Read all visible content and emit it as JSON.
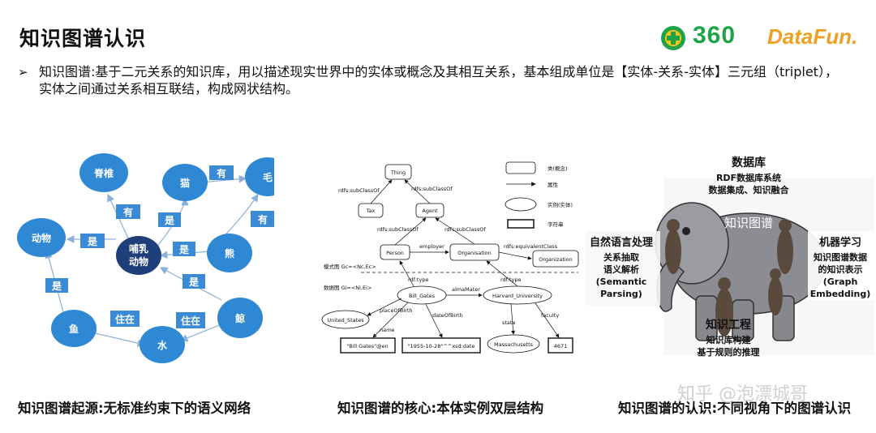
{
  "header": {
    "title": "知识图谱认识",
    "logo_360": "360",
    "logo_datafun": "DataFun."
  },
  "intro": {
    "bullet": "➢",
    "text": "知识图谱:基于二元关系的知识库，用以描述现实世界中的实体或概念及其相互关系，基本组成单位是【实体-关系-实体】三元组（triplet），实体之间通过关系相互联结，构成网状结构。"
  },
  "captions": {
    "left": "知识图谱起源:无标准约束下的语义网络",
    "middle": "知识图谱的核心:本体实例双层结构",
    "right": "知识图谱的认识:不同视角下的图谱认识"
  },
  "watermark": "知乎 @泡漂城哥",
  "semantic_net": {
    "nodes": {
      "jizhui": "脊椎",
      "mao": "猫",
      "mao2": "毛",
      "dongwu": "动物",
      "buru": "哺乳\n动物",
      "xiong": "熊",
      "yu": "鱼",
      "shui": "水",
      "jing": "鲸"
    },
    "edges": {
      "you1": "有",
      "you2": "有",
      "you3": "有",
      "shi1": "是",
      "shi2": "是",
      "shi3": "是",
      "shi4": "是",
      "shi5": "是",
      "zhuzai1": "住在",
      "zhuzai2": "住在"
    }
  },
  "ontology": {
    "legend": {
      "class": "类(概念)",
      "attr": "属性",
      "instance": "实例(实体)",
      "string": "字符串"
    },
    "layer_top": "模式图 Gc=<Nc,Ec>",
    "layer_bottom": "数据图 Gi=<Ni,Ei>",
    "nodes": {
      "thing": "Thing",
      "tax": "Tax",
      "agent": "Agent",
      "person": "Person",
      "organisation": "Organisation",
      "organization": "Organization",
      "bill": "Bill_Gates",
      "harvard": "Harvard_University",
      "us": "United_States",
      "billname": "\"Bill Gates\"@en",
      "date": "\"1955-10-28\"^^xsd:date",
      "mass": "Massachusetts",
      "num": "4671"
    },
    "edges": {
      "sub1": "rdfs:subClassOf",
      "sub2": "rdfs:subClassOf",
      "sub3": "rdfs:subClassOf",
      "sub4": "rdfs:subClassOf",
      "employer": "employer",
      "equiv": "rdfs:equivalentClass",
      "type1": "rdf:type",
      "type2": "rdf:type",
      "almamater": "almaMater",
      "birthplace": "placeOfBirth",
      "birthdate": "dateOfBirth",
      "name": "name",
      "state": "state",
      "faculty": "faculty"
    }
  },
  "elephant": {
    "center_label": "知识图谱",
    "database": {
      "title": "数据库",
      "l1": "RDF数据库系统",
      "l2": "数据集成、知识融合"
    },
    "nlp": {
      "title": "自然语言处理",
      "l1": "关系抽取",
      "l2": "语义解析",
      "l3": "(Semantic",
      "l4": "Parsing)"
    },
    "ml": {
      "title": "机器学习",
      "l1": "知识图谱数据",
      "l2": "的知识表示",
      "l3": "(Graph",
      "l4": "Embedding)"
    },
    "ke": {
      "title": "知识工程",
      "l1": "知识库构建",
      "l2": "基于规则的推理"
    }
  },
  "colors": {
    "node": "#2f88d4",
    "node_dark": "#1f3f7a",
    "label_bg": "#3a8ad6",
    "edge": "#8ab0d8",
    "logo_green": "#1fa347",
    "logo_orange": "#f0a020"
  }
}
